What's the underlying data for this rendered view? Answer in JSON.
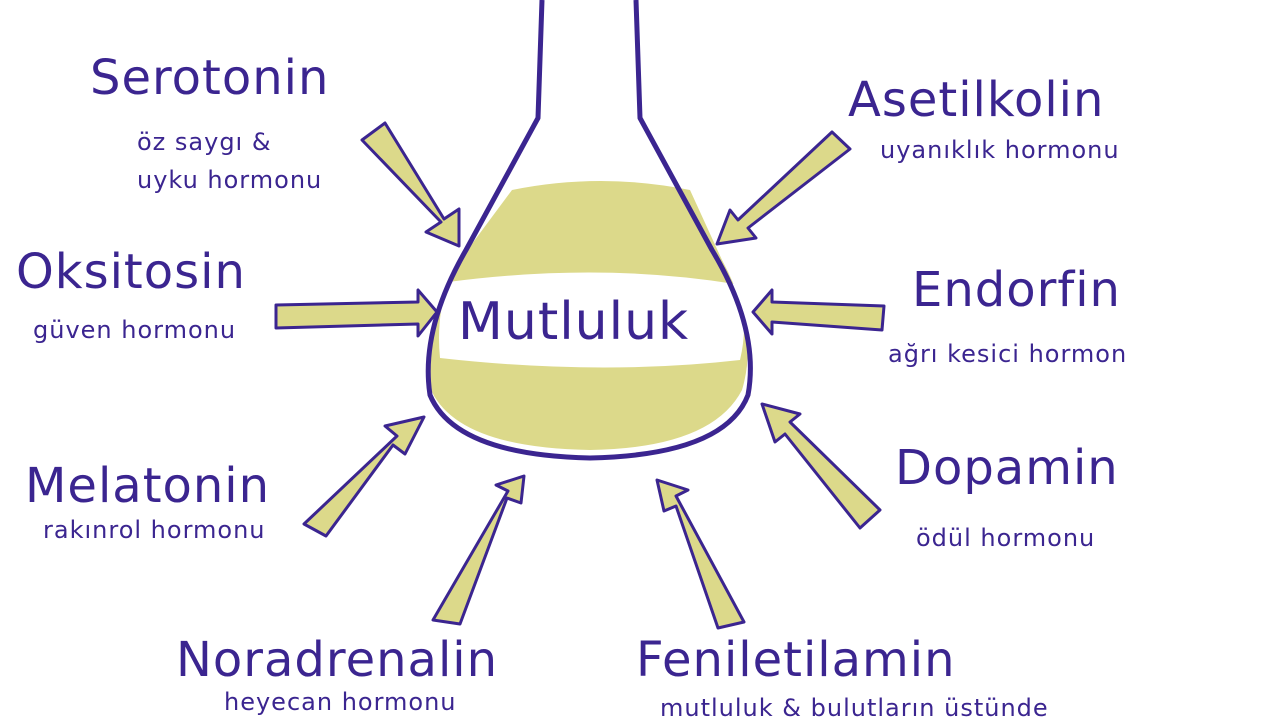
{
  "colors": {
    "ink": "#3b2590",
    "liquid": "#dcd98a",
    "arrow_fill": "#dcd98a"
  },
  "center": {
    "label": "Mutluluk"
  },
  "hormones": [
    {
      "name": "Serotonin",
      "desc": [
        "öz saygı &",
        "uyku hormonu"
      ]
    },
    {
      "name": "Oksitosin",
      "desc": [
        "güven hormonu"
      ]
    },
    {
      "name": "Melatonin",
      "desc": [
        "rakınrol hormonu"
      ]
    },
    {
      "name": "Noradrenalin",
      "desc": [
        "heyecan hormonu"
      ]
    },
    {
      "name": "Asetilkolin",
      "desc": [
        "uyanıklık hormonu"
      ]
    },
    {
      "name": "Endorfin",
      "desc": [
        "ağrı kesici hormon"
      ]
    },
    {
      "name": "Dopamin",
      "desc": [
        "ödül hormonu"
      ]
    },
    {
      "name": "Feniletilamin",
      "desc": [
        "mutluluk & bulutların üstünde"
      ]
    }
  ]
}
